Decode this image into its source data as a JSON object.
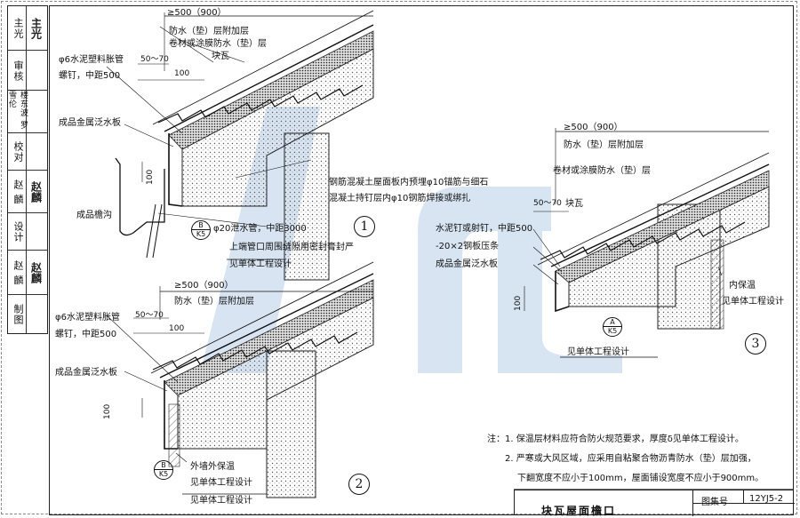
{
  "sidebar": {
    "rows": [
      {
        "label": "主光",
        "sig": "主光"
      },
      {
        "label": "审核",
        "sig": ""
      },
      {
        "label": "楼东波 罗雪伦",
        "sig": ""
      },
      {
        "label": "校对",
        "sig": ""
      },
      {
        "label": "赵 麟",
        "sig": "赵麟"
      },
      {
        "label": "设计",
        "sig": ""
      },
      {
        "label": "赵 麟",
        "sig": "赵麟"
      },
      {
        "label": "制图",
        "sig": ""
      }
    ]
  },
  "detail1": {
    "dim_top": "≥500（900）",
    "layer_top": "防水（垫）层附加层",
    "layer2": "卷材或涂膜防水（垫）层",
    "dim_50_70": "50～70",
    "dim_100": "100",
    "tile": "块瓦",
    "nail": "φ6水泥塑料胀管",
    "nail2": "螺钉，中距500",
    "flashing": "成品金属泛水板",
    "gutter": "成品檐沟",
    "dim_v100": "100",
    "rebar1": "钢筋混凝土屋面板内预埋φ10锚筋与细石",
    "rebar2": "混凝土持钉层内φ10钢筋焊接或绑扎",
    "drain": "φ20泄水管，中距3000",
    "seal": "上端管口周围缝隙用密封膏封严",
    "see": "见单体工程设计",
    "ref_top": "B",
    "ref_bot": "K5",
    "num": "1"
  },
  "detail2": {
    "dim_top": "≥500（900）",
    "layer_top": "防水（垫）层附加层",
    "nail": "φ6水泥塑料胀管",
    "nail2": "螺钉，中距500",
    "dim_50_70": "50～70",
    "dim_100": "100",
    "flashing": "成品金属泛水板",
    "dim_v100": "100",
    "insul": "外墙外保温",
    "see1": "见单体工程设计",
    "see2": "见单体工程设计",
    "ref_top": "B",
    "ref_bot": "K5",
    "num": "2"
  },
  "detail3": {
    "dim_top": "≥500（900）",
    "layer_top": "防水（垫）层附加层",
    "layer2": "卷材或涂膜防水（垫）层",
    "dim_50_70": "50～70",
    "tile": "块瓦",
    "nail": "水泥钉或射钉，中距500",
    "strip": "-20×2钢板压条",
    "flashing": "成品金属泛水板",
    "dim_v100": "100",
    "insul": "内保温",
    "see1": "见单体工程设计",
    "see2": "见单体工程设计",
    "ref_top": "A",
    "ref_bot": "K5",
    "num": "3"
  },
  "notes": {
    "prefix": "注：",
    "n1": "1. 保温层材料应符合防火规范要求，厚度δ见单体工程设计。",
    "n2": "2. 严寒或大风区域，应采用自粘聚合物沥青防水（垫）层加强，",
    "n2b": "下翻宽度不应小于100mm，屋面铺设宽度不应小于900mm。"
  },
  "titleblock": {
    "title": "块瓦屋面檐口",
    "code_label": "图集号",
    "code": "12YJ5-2"
  }
}
